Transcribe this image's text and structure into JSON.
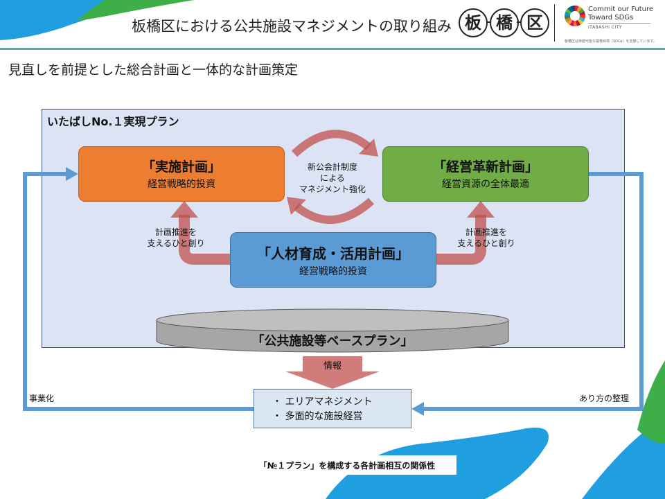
{
  "header": {
    "title": "板橋区における公共施設マネジメントの取り組み",
    "ward_logo_chars": [
      "板",
      "橋",
      "区"
    ],
    "sdgs": {
      "line1": "Commit our Future",
      "line2": "Toward SDGs",
      "city": "ITABASHI CITY",
      "support_note": "板橋区は持続可能な開発目標（SDGs）を支援しています。"
    }
  },
  "subtitle": "見直しを前提とした総合計画と一体的な計画策定",
  "diagram": {
    "frame_title": "いたばしNo.１実現プラン",
    "implementation_plan": {
      "title": "「実施計画」",
      "subtitle": "経営戦略的投資"
    },
    "management_reform_plan": {
      "title": "「経営革新計画」",
      "subtitle": "経営資源の全体最適"
    },
    "hr_plan": {
      "title": "「人材育成・活用計画」",
      "subtitle": "経営戦略的投資"
    },
    "center_label": [
      "新公会計制度",
      "による",
      "マネジメント強化"
    ],
    "left_support_label": [
      "計画推進を",
      "支えるひと創り"
    ],
    "right_support_label": [
      "計画推進を",
      "支えるひと創り"
    ],
    "base_plan": "「公共施設等ベースプラン」",
    "info_arrow_label": "情報",
    "info_items": [
      "・ エリアマネジメント",
      "・ 多面的な施設経営"
    ],
    "left_loop_label": "事業化",
    "right_loop_label": "あり方の整理"
  },
  "caption": "「№１プラン」を構成する各計画相互の関係性",
  "colors": {
    "accent_line": "#4bacc6",
    "orange": "#ed7d31",
    "green": "#70ad47",
    "blue": "#5b9bd5",
    "loop_arrow": "#5b9bd5",
    "cycle_arrow": "#c0504d",
    "wave": "#1f9ee0",
    "cylinder": "#a6a6a6"
  }
}
